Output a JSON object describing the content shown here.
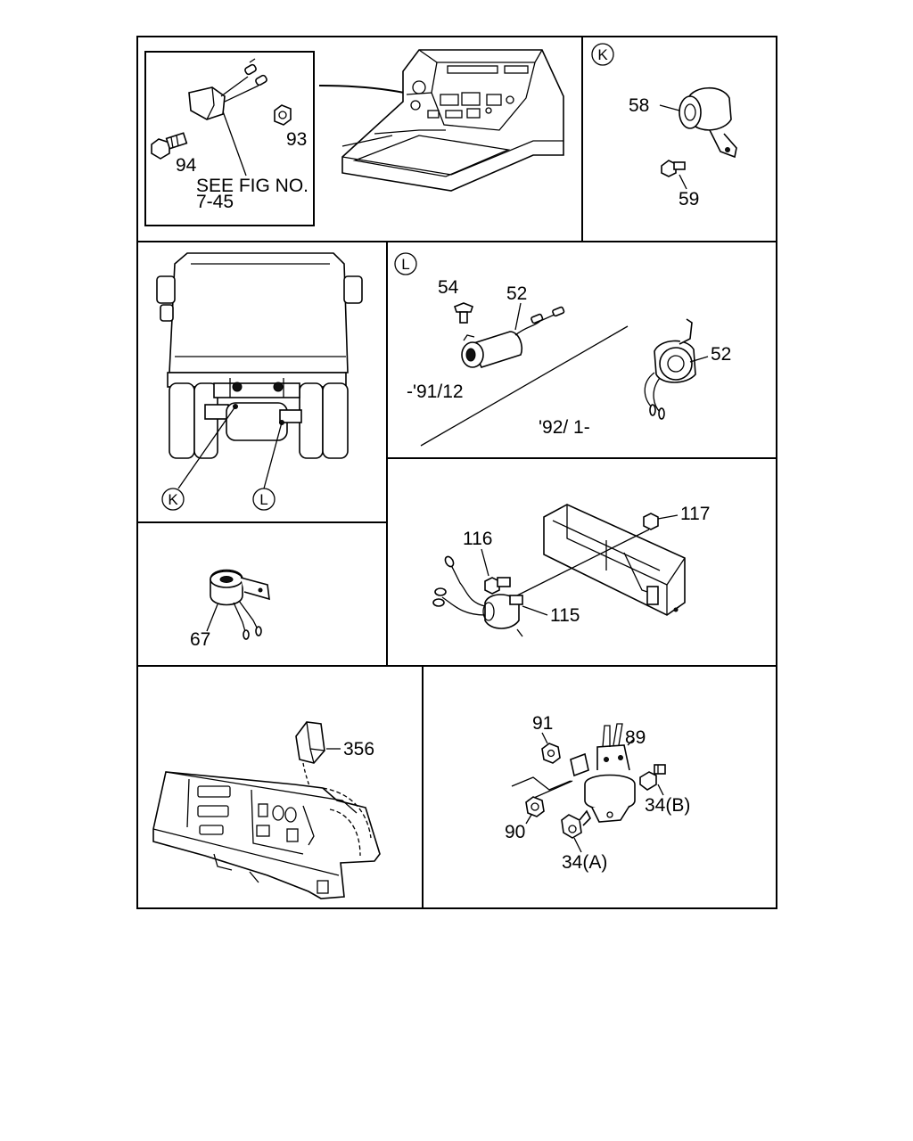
{
  "panels": {
    "top_left": {
      "labels": [
        "94",
        "93"
      ],
      "note_line1": "SEE FIG NO.",
      "note_line2": "7-45"
    },
    "top_right": {
      "marker": "K",
      "labels": [
        "58",
        "59"
      ]
    },
    "truck_rear": {
      "markers": [
        "K",
        "L"
      ]
    },
    "detail_l": {
      "marker": "L",
      "labels": [
        "54",
        "52",
        "52"
      ],
      "range_early": "-'91/12",
      "range_late": "'92/ 1-"
    },
    "bracket": {
      "labels": [
        "116",
        "117",
        "115"
      ]
    },
    "horn": {
      "labels": [
        "67"
      ]
    },
    "dash": {
      "labels": [
        "356"
      ]
    },
    "relay": {
      "labels": [
        "91",
        "89",
        "34(B)",
        "90",
        "34(A)"
      ]
    }
  }
}
